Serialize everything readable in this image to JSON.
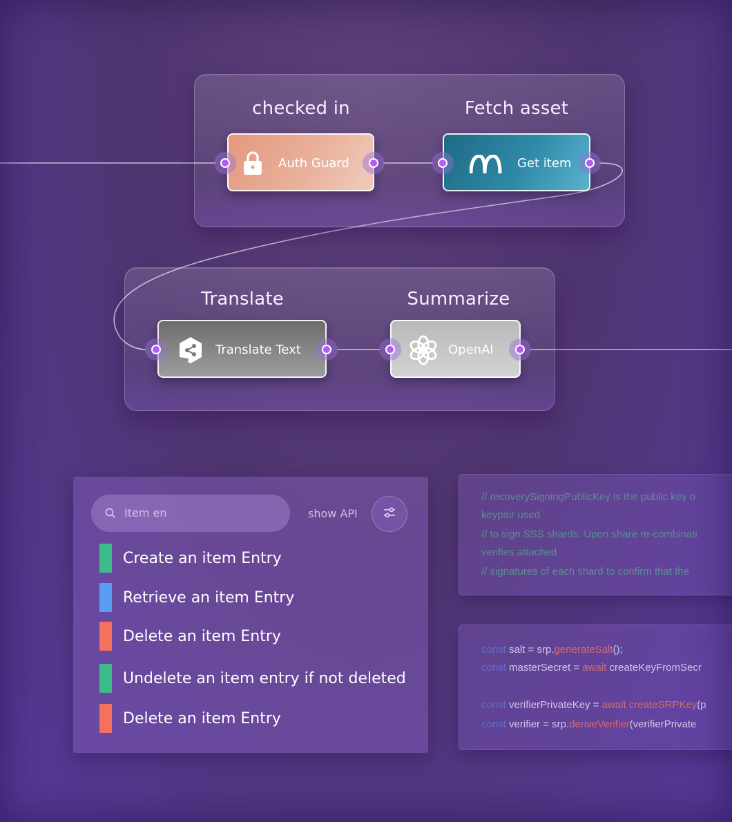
{
  "flow": {
    "groups": [
      {
        "steps": [
          {
            "title": "checked in",
            "node": {
              "label": "Auth Guard",
              "icon": "lock-icon",
              "color": "#e6a58c"
            }
          },
          {
            "title": "Fetch asset",
            "node": {
              "label": "Get item",
              "icon": "m-logo-icon",
              "color": "#2a7d9c"
            }
          }
        ]
      },
      {
        "steps": [
          {
            "title": "Translate",
            "node": {
              "label": "Translate Text",
              "icon": "translate-logo-icon",
              "color": "#808080"
            }
          },
          {
            "title": "Summarize",
            "node": {
              "label": "OpenAI",
              "icon": "openai-logo-icon",
              "color": "#c4c4c4"
            }
          }
        ]
      }
    ],
    "port_color": "#b45cf2"
  },
  "panel": {
    "search": {
      "value": "Item en"
    },
    "show_api_label": "show API",
    "filter_icon": "sliders-icon",
    "entries": [
      {
        "label": "Create an item Entry",
        "color": "#3dbb8a"
      },
      {
        "label": "Retrieve an item Entry",
        "color": "#5a9df5"
      },
      {
        "label": "Delete an item Entry",
        "color": "#f5705e"
      },
      {
        "label": "Undelete an item entry if not deleted",
        "color": "#3dbb8a"
      },
      {
        "label": "Delete an item Entry",
        "color": "#f5705e"
      }
    ]
  },
  "code_blocks": [
    {
      "lines": [
        "// recoverySigningPublicKey is the public key o",
        "keypair used",
        "// to sign SSS shards. Upon share re-combinati",
        "verifies attached",
        "// signatures of each shard to confirm that the"
      ]
    },
    {
      "lines": [
        {
          "kw": "const",
          "a": " salt = srp.",
          "fn": "generateSalt",
          "b": "();"
        },
        {
          "kw": "const",
          "a": " masterSecret = ",
          "fn": "await",
          "b": " createKeyFromSecr"
        },
        {
          "kw": "",
          "a": "",
          "fn": "",
          "b": ""
        },
        {
          "kw": "const",
          "a": " verifierPrivateKey = ",
          "fn": "await createSRPKey",
          "b": "(p"
        },
        {
          "kw": "const",
          "a": " verifier = srp.",
          "fn": "deriveVerifier",
          "b": "(verifierPrivate"
        }
      ]
    }
  ]
}
